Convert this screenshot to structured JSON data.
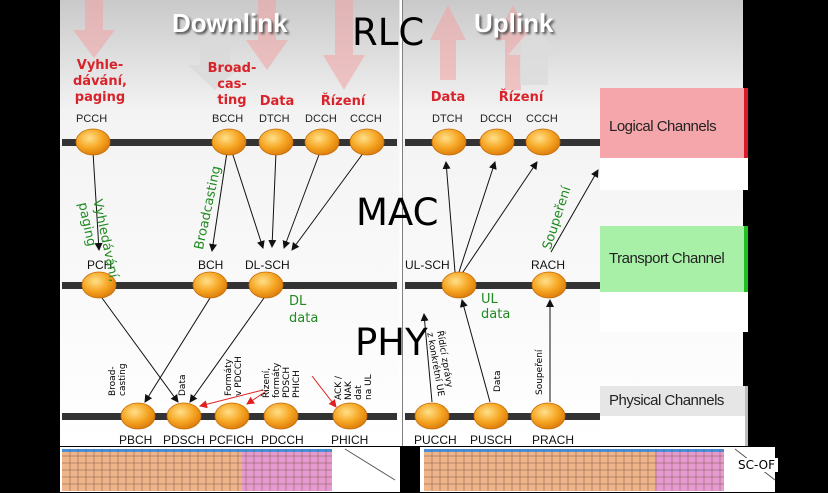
{
  "layers": {
    "rlc": "RLC",
    "mac": "MAC",
    "phy": "PHY"
  },
  "directions": {
    "downlink": "Downlink",
    "uplink": "Uplink"
  },
  "side_labels": {
    "logical": "Logical Channels",
    "transport": "Transport Channel",
    "physical": "Physical Channels"
  },
  "downlink_logical": [
    {
      "name": "PCCH",
      "label": "Vyhle-\ndávání,\npaging"
    },
    {
      "name": "BCCH",
      "label": "Broad-\ncas-\nting"
    },
    {
      "name": "DTCH",
      "label": "Data"
    },
    {
      "name": "DCCH",
      "label": "Řízení"
    },
    {
      "name": "CCCH",
      "label": ""
    }
  ],
  "uplink_logical": [
    {
      "name": "DTCH",
      "label": "Data"
    },
    {
      "name": "DCCH",
      "label": "Řízení"
    },
    {
      "name": "CCCH",
      "label": ""
    }
  ],
  "downlink_transport": [
    "PCH",
    "BCH",
    "DL-SCH"
  ],
  "uplink_transport": [
    "UL-SCH",
    "RACH"
  ],
  "downlink_physical": [
    "PBCH",
    "PDSCH",
    "PCFICH",
    "PDCCH",
    "PHICH"
  ],
  "uplink_physical": [
    "PUCCH",
    "PUSCH",
    "PRACH"
  ],
  "annotations": {
    "paging": "Vyhledávání,\npaging",
    "broadcasting": "Broadcasting",
    "dl_data": "DL\ndata",
    "ul_data": "UL\ndata",
    "souperenie_mac": "Soupeření",
    "broadcasting_phy": "Broad-\ncasting",
    "data_phy": "Data",
    "formaty": "Formáty\nv PDCCH",
    "rizeni_formaty": "Řízení,\nformáty\nPDSCH\nPHICH",
    "ack": "ACK /\nNAK\ndat\nna UL",
    "ridici_zpravy": "Řídicí zprávy\nz konkrétní UE",
    "data_ul_phy": "Data",
    "souperenie_phy": "Soupeření",
    "sc_ofdma": "SC-OF"
  },
  "colors": {
    "accent_red": "#d8232a",
    "note_green": "#1f8a1f",
    "node": "#f39c12"
  }
}
